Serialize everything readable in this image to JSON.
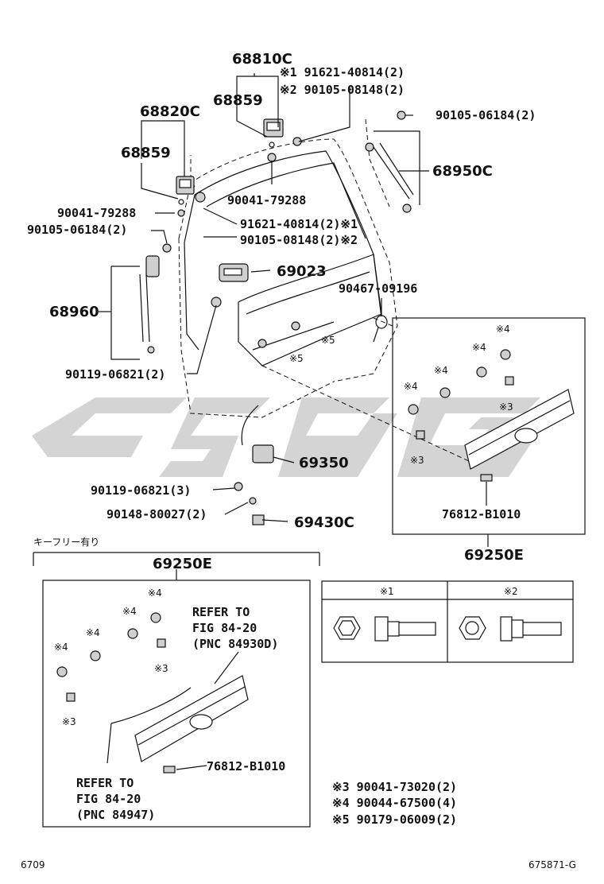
{
  "part_labels": {
    "p68810C": "68810C",
    "p68820C": "68820C",
    "p68859a": "68859",
    "p68859b": "68859",
    "p91621_top": "※1 91621-40814(2)",
    "p90105_top": "※2 90105-08148(2)",
    "p90105_06184_right": "90105-06184(2)",
    "p68950C": "68950C",
    "p90041_right": "90041-79288",
    "p90041_left": "90041-79288",
    "p90105_06184_left": "90105-06184(2)",
    "p91621_mid": "91621-40814(2)※1",
    "p90105_mid": "90105-08148(2)※2",
    "p69023": "69023",
    "p90467": "90467-09196",
    "p68960": "68960",
    "p90119_06821_2": "90119-06821(2)",
    "p69350": "69350",
    "p90119_06821_3": "90119-06821(3)",
    "p90148": "90148-80027(2)",
    "p69430C": "69430C",
    "p76812_top": "76812-B1010",
    "p69250E_right": "69250E",
    "p69250E_left": "69250E",
    "p76812_bottom": "76812-B1010"
  },
  "marks": {
    "m4": "※4",
    "m3": "※3",
    "m5": "※5"
  },
  "notes": {
    "keyless": "キーフリー有り",
    "refer1_l1": "REFER TO",
    "refer1_l2": "FIG 84-20",
    "refer1_l3": "(PNC 84930D)",
    "refer2_l1": "REFER TO",
    "refer2_l2": "FIG 84-20",
    "refer2_l3": "(PNC 84947)"
  },
  "bolt_table": {
    "col1": "※1",
    "col2": "※2"
  },
  "legend": [
    "※3  90041-73020(2)",
    "※4  90044-67500(4)",
    "※5  90179-06009(2)"
  ],
  "footer": {
    "page": "6709",
    "code": "675871-G"
  }
}
